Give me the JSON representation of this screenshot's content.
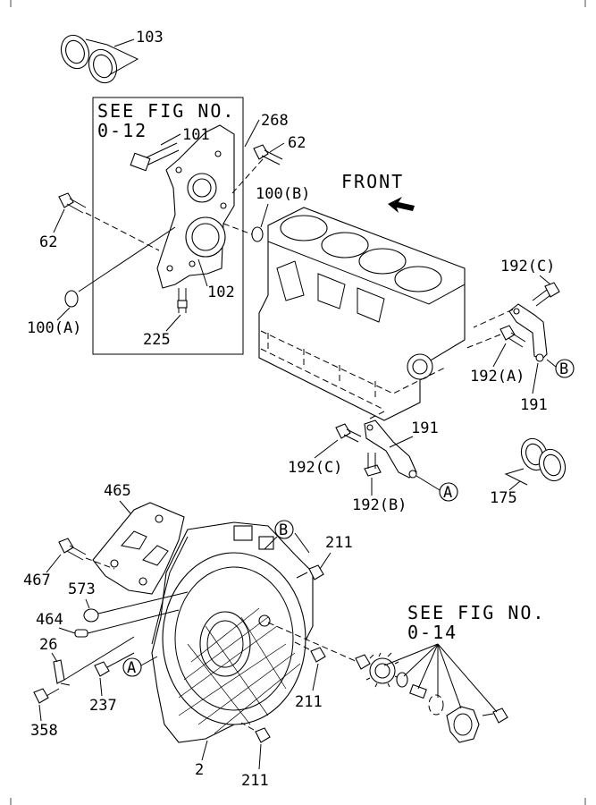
{
  "labels": {
    "p103": "103",
    "p101": "101",
    "p268": "268",
    "p62a": "62",
    "p62b": "62",
    "p100b": "100(B)",
    "p100a": "100(A)",
    "p102": "102",
    "p225": "225",
    "p192c_top": "192(C)",
    "p192a": "192(A)",
    "p191_right": "191",
    "p191_mid": "191",
    "p192c_mid": "192(C)",
    "p192b": "192(B)",
    "p175": "175",
    "p465": "465",
    "p467": "467",
    "p573": "573",
    "p464": "464",
    "p26": "26",
    "p358": "358",
    "p237": "237",
    "p211a": "211",
    "p211b": "211",
    "p211c": "211",
    "p2": "2"
  },
  "references": {
    "fig_0_12_line1": "SEE FIG NO.",
    "fig_0_12_line2": "0-12",
    "fig_0_14_line1": "SEE FIG NO.",
    "fig_0_14_line2": "0-14",
    "front": "FRONT"
  },
  "callouts": {
    "A_right": "A",
    "B_right": "B",
    "A_left": "A",
    "B_left": "B"
  }
}
